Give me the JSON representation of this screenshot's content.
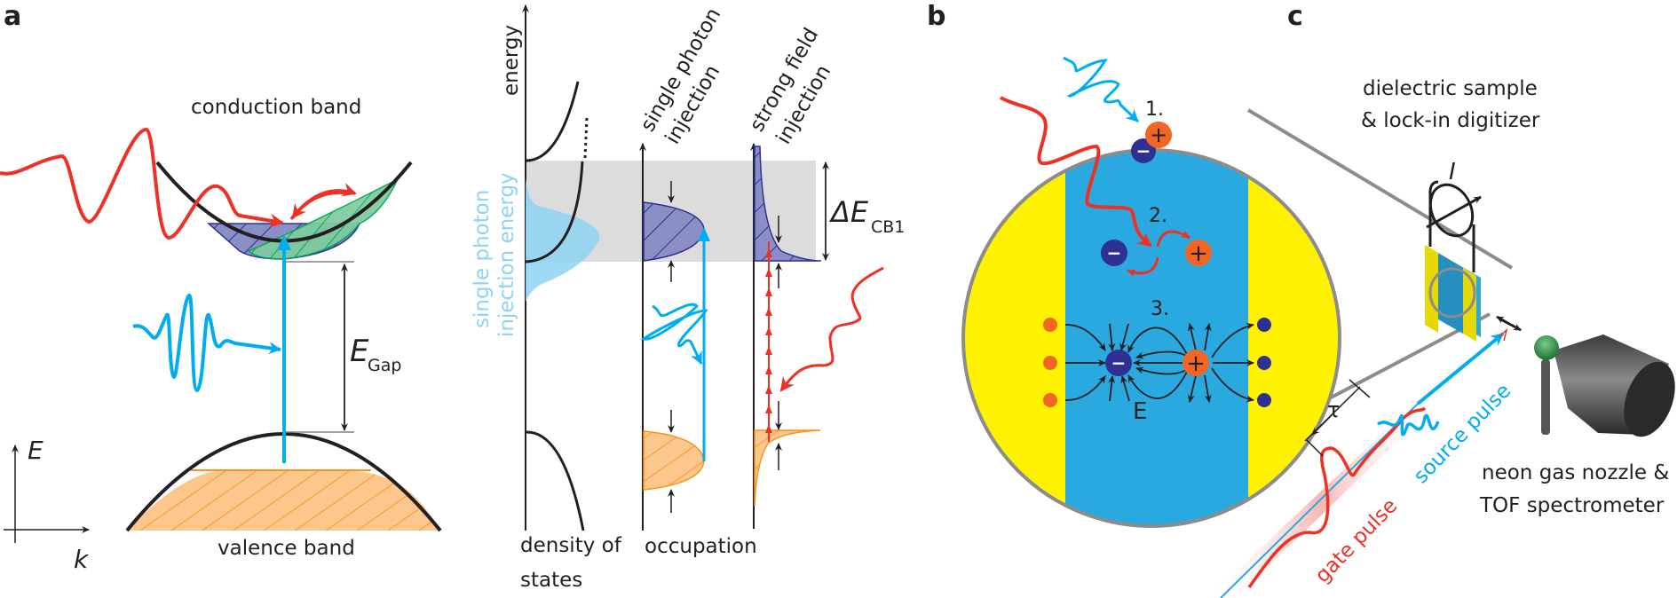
{
  "panels": {
    "a": {
      "letter": "a",
      "conduction_band": "conduction band",
      "valence_band": "valence band",
      "gap_symbol": "E",
      "gap_subscript": "Gap",
      "axis_e": "E",
      "axis_k": "k",
      "energy_axis": "energy",
      "col_single_photon_line1": "single photon",
      "col_single_photon_line2": "injection",
      "col_strong_field_line1": "strong field",
      "col_strong_field_line2": "injection",
      "single_photon_energy_line1": "single photon",
      "single_photon_energy_line2": "injection energy",
      "delta_symbol": "ΔE",
      "delta_subscript": "CB1",
      "dos_line1": "density of",
      "dos_line2": "states",
      "occupation": "occupation"
    },
    "b": {
      "letter": "b",
      "step1": "1.",
      "step2": "2.",
      "step3": "3.",
      "field_label": "E",
      "plus": "+",
      "minus": "−"
    },
    "c": {
      "letter": "c",
      "sample_line1": "dielectric sample",
      "sample_line2": "& lock-in digitizer",
      "current_label": "I",
      "delay_label": "τ",
      "source_pulse": "source pulse",
      "gate_pulse": "gate pulse",
      "detector_line1": "neon gas nozzle &",
      "detector_line2": "TOF spectrometer"
    }
  },
  "colors": {
    "red": "#ee3124",
    "blue": "#00aeef",
    "light_blue": "#8dd4f2",
    "navy": "#2e3192",
    "hatch_blue": "#8b8fc6",
    "green": "#00a651",
    "light_green": "#7fcc9e",
    "orange": "#f7941d",
    "light_orange": "#fbc78d",
    "grey_band": "#dcdcdc",
    "yellow": "#fff200",
    "sample_blue": "#29a9e0",
    "plus_orange": "#f26522",
    "grey_outline": "#8c8c8c"
  }
}
